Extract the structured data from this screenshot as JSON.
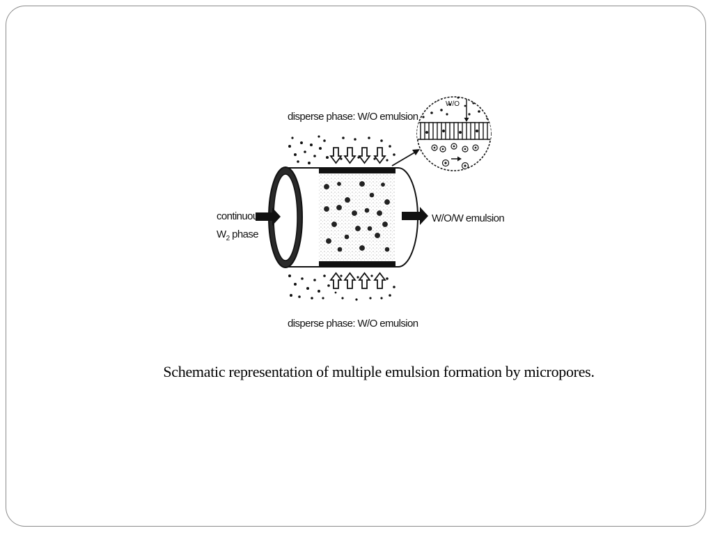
{
  "labels": {
    "top_disperse": "disperse phase: W/O emulsion",
    "bottom_disperse": "disperse phase: W/O emulsion",
    "continuous_line1": "continuous",
    "continuous_line2_prefix": "W",
    "continuous_line2_sub": "2",
    "continuous_line2_suffix": " phase",
    "output": "W/O/W emulsion",
    "inset": "W/O"
  },
  "caption": "Schematic representation of multiple emulsion formation by micropores.",
  "colors": {
    "ink": "#111111",
    "frame": "#8a8a8a",
    "background": "#ffffff"
  }
}
